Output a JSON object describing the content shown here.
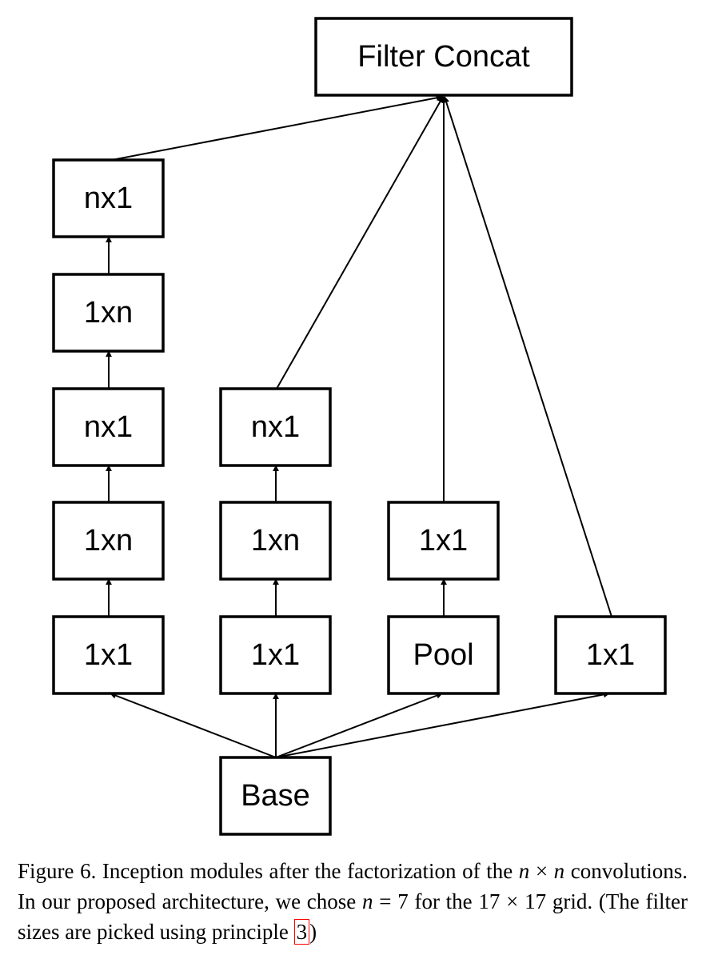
{
  "diagram": {
    "nodes": [
      {
        "id": "filter-concat",
        "label": "Filter Concat"
      },
      {
        "id": "a-nx1-top",
        "label": "nx1"
      },
      {
        "id": "a-1xn-upper",
        "label": "1xn"
      },
      {
        "id": "a-nx1-mid",
        "label": "nx1"
      },
      {
        "id": "a-1xn-lower",
        "label": "1xn"
      },
      {
        "id": "a-1x1",
        "label": "1x1"
      },
      {
        "id": "b-nx1",
        "label": "nx1"
      },
      {
        "id": "b-1xn",
        "label": "1xn"
      },
      {
        "id": "b-1x1",
        "label": "1x1"
      },
      {
        "id": "c-1x1",
        "label": "1x1"
      },
      {
        "id": "c-pool",
        "label": "Pool"
      },
      {
        "id": "d-1x1",
        "label": "1x1"
      },
      {
        "id": "base",
        "label": "Base"
      }
    ],
    "edges": [
      {
        "from": "base",
        "to": "a-1x1"
      },
      {
        "from": "base",
        "to": "b-1x1"
      },
      {
        "from": "base",
        "to": "c-pool"
      },
      {
        "from": "base",
        "to": "d-1x1"
      },
      {
        "from": "a-1x1",
        "to": "a-1xn-lower"
      },
      {
        "from": "a-1xn-lower",
        "to": "a-nx1-mid"
      },
      {
        "from": "a-nx1-mid",
        "to": "a-1xn-upper"
      },
      {
        "from": "a-1xn-upper",
        "to": "a-nx1-top"
      },
      {
        "from": "b-1x1",
        "to": "b-1xn"
      },
      {
        "from": "b-1xn",
        "to": "b-nx1"
      },
      {
        "from": "c-pool",
        "to": "c-1x1"
      },
      {
        "from": "a-nx1-top",
        "to": "filter-concat"
      },
      {
        "from": "b-nx1",
        "to": "filter-concat"
      },
      {
        "from": "c-1x1",
        "to": "filter-concat"
      },
      {
        "from": "d-1x1",
        "to": "filter-concat"
      }
    ]
  },
  "caption": {
    "p1": "Figure 6. Inception modules after the factorization of the ",
    "n1": "n",
    "times1": " × ",
    "n2": "n",
    "p2": " convolutions. In our proposed architecture, we chose ",
    "n3": "n",
    "p3": " = 7 for the 17 × 17 grid. (The filter sizes are picked using principle ",
    "ref": "3",
    "p4": ")"
  }
}
